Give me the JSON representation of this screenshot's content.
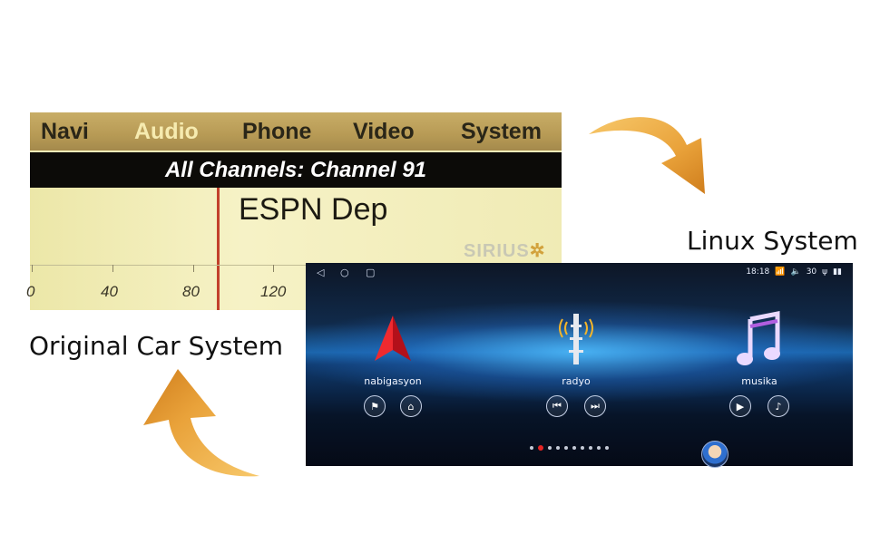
{
  "original": {
    "menu": [
      "Navi",
      "Audio",
      "Phone",
      "Video",
      "System"
    ],
    "active_menu": "Audio",
    "channel_bar": "All Channels: Channel 91",
    "station": "ESPN Dep",
    "brand": "SIRIUS",
    "scale": [
      "0",
      "40",
      "80",
      "120"
    ],
    "label": "Original Car System"
  },
  "linux": {
    "label": "Linux System",
    "status": {
      "time": "18:18",
      "volume": "30"
    },
    "apps": [
      {
        "name": "nabigasyon"
      },
      {
        "name": "radyo"
      },
      {
        "name": "musika"
      }
    ],
    "page_count": 10,
    "active_page": 2
  },
  "colors": {
    "arrow": "#e9a23a",
    "active_dot": "#e52424",
    "menu_bar": "#b79a55"
  }
}
